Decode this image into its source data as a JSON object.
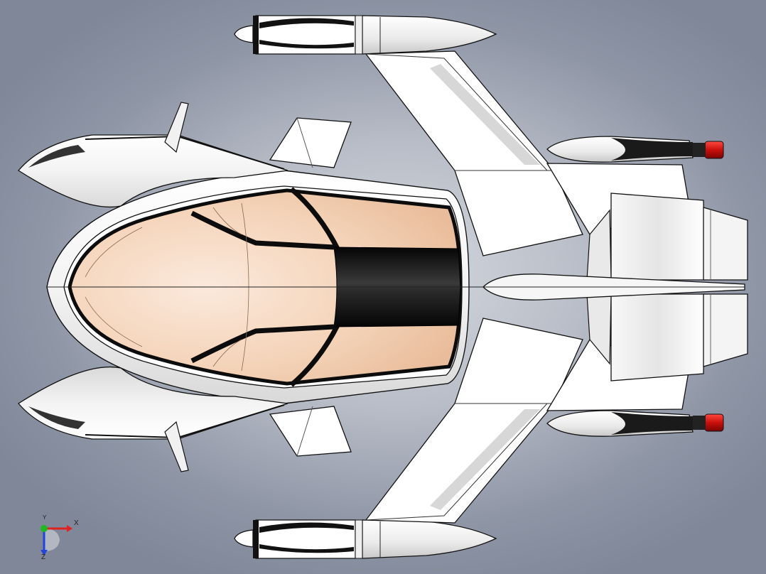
{
  "viewport": {
    "background_center": "#d4d8df",
    "background_edge": "#7f8798"
  },
  "model": {
    "body_color": "#ffffff",
    "outline_color": "#111111",
    "canopy_tint": "#f4d3b8",
    "frame_color": "#0c0c0c",
    "nozzle_color": "#e0201d"
  },
  "triad": {
    "x_label": "X",
    "y_label": "Y",
    "z_label": "Z",
    "x_color": "#e02222",
    "y_color": "#22b822",
    "z_color": "#2244dd"
  }
}
